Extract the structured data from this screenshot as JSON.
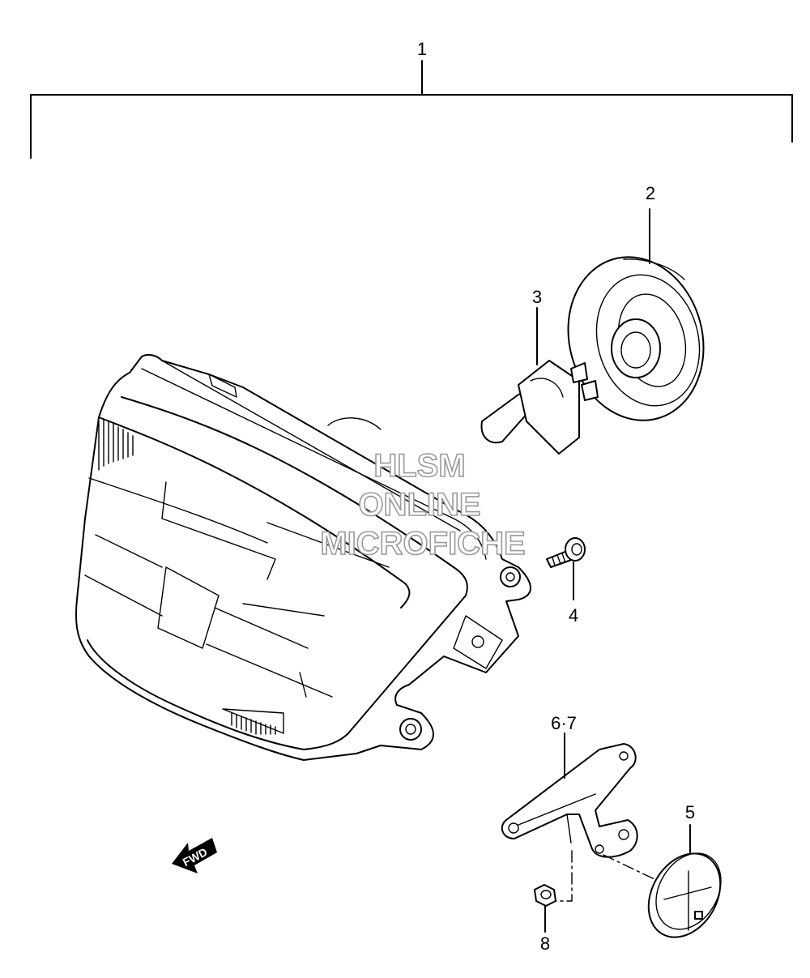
{
  "callouts": {
    "assembly": "1",
    "bulb_socket": "2",
    "bulb": "3",
    "screw": "4",
    "cap": "5",
    "bracket": "6·7",
    "nut": "8"
  },
  "watermark": [
    "HLSM",
    "ONLINE",
    "MICROFICHE"
  ],
  "direction_label": "FWD"
}
